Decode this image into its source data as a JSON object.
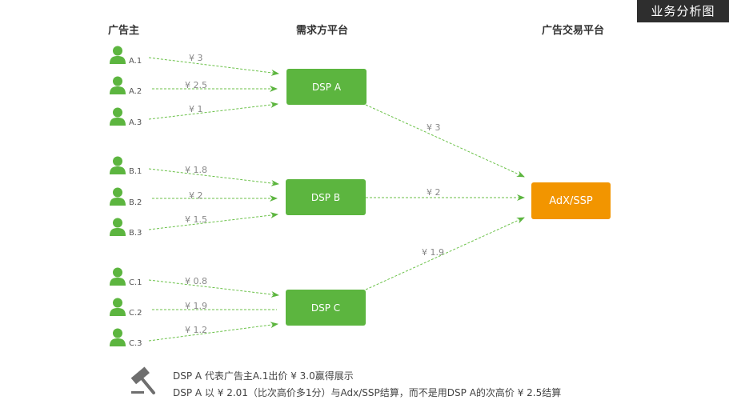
{
  "badge": "业务分析图",
  "columns": {
    "advertisers": "广告主",
    "dsp": "需求方平台",
    "exchange": "广告交易平台"
  },
  "colors": {
    "dsp_green": "#5cb53f",
    "adx_orange": "#f29500",
    "arrow_green": "#6cc24a",
    "person_green": "#5cb53f"
  },
  "groups": [
    {
      "dsp": "DSP  A",
      "to_adx_price": "¥ 3",
      "advertisers": [
        {
          "label": "A.1",
          "price": "¥ 3",
          "arrow": true
        },
        {
          "label": "A.2",
          "price": "¥ 2.5",
          "arrow": true
        },
        {
          "label": "A.3",
          "price": "¥ 1",
          "arrow": true
        }
      ]
    },
    {
      "dsp": "DSP  B",
      "to_adx_price": "¥ 2",
      "advertisers": [
        {
          "label": "B.1",
          "price": "¥ 1.8",
          "arrow": true
        },
        {
          "label": "B.2",
          "price": "¥ 2",
          "arrow": true
        },
        {
          "label": "B.3",
          "price": "¥ 1.5",
          "arrow": true
        }
      ]
    },
    {
      "dsp": "DSP  C",
      "to_adx_price": "¥ 1.9",
      "advertisers": [
        {
          "label": "C.1",
          "price": "¥ 0.8",
          "arrow": true
        },
        {
          "label": "C.2",
          "price": "¥ 1.9",
          "arrow": false
        },
        {
          "label": "C.3",
          "price": "¥ 1.2",
          "arrow": true
        }
      ]
    }
  ],
  "adx": "AdX/SSP",
  "notes": [
    "DSP  A  代表广告主A.1出价 ¥ 3.0赢得展示",
    "DSP  A  以 ¥ 2.01（比次高价多1分）与Adx/SSP结算，而不是用DSP A的次高价 ¥ 2.5结算"
  ],
  "icons": {
    "advertiser": "person-icon",
    "note": "gavel-icon"
  }
}
